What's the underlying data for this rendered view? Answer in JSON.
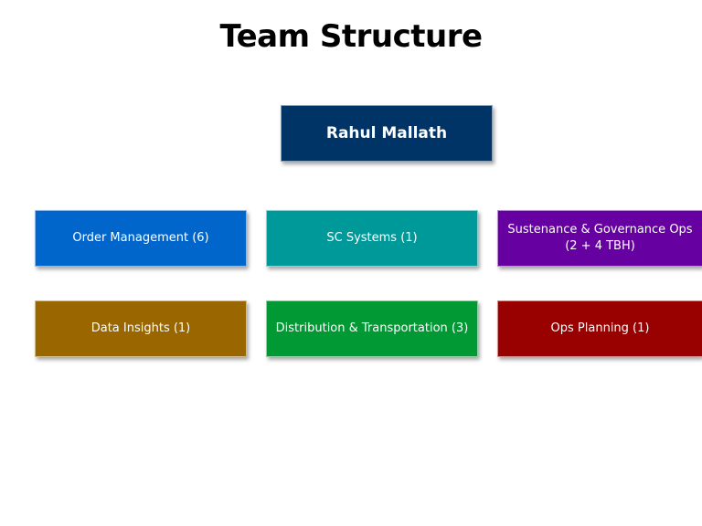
{
  "title": "Team Structure",
  "root": {
    "label": "Rahul Mallath",
    "color": "#003366"
  },
  "teams": [
    {
      "label": "Order Management (6)",
      "color": "#0066CC"
    },
    {
      "label": "SC Systems (1)",
      "color": "#009999"
    },
    {
      "label": "Sustenance & Governance Ops (2 + 4 TBH)",
      "color": "#6600A0"
    },
    {
      "label": "Data Insights (1)",
      "color": "#996600"
    },
    {
      "label": "Distribution & Transportation (3)",
      "color": "#009933"
    },
    {
      "label": "Ops Planning (1)",
      "color": "#990000"
    }
  ]
}
